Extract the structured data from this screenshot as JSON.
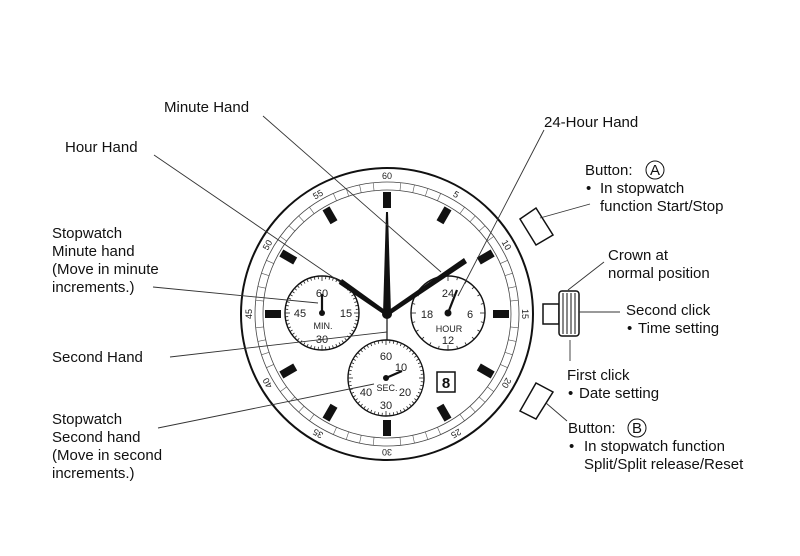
{
  "labels": {
    "minute_hand": "Minute Hand",
    "hour_hand": "Hour Hand",
    "hour24_hand": "24-Hour Hand",
    "stopwatch_minute": [
      "Stopwatch",
      "Minute hand",
      "(Move in minute",
      "increments.)"
    ],
    "second_hand": "Second Hand",
    "stopwatch_second": [
      "Stopwatch",
      "Second hand",
      "(Move in second",
      "increments.)"
    ],
    "button_a": {
      "title": "Button:",
      "letter": "A",
      "bullet": "•",
      "lines": [
        "In stopwatch",
        "function Start/Stop"
      ]
    },
    "crown": [
      "Crown at",
      "normal position"
    ],
    "second_click": {
      "title": "Second click",
      "bullet": "•",
      "text": "Time setting"
    },
    "first_click": {
      "title": "First click",
      "bullet": "•",
      "text": "Date setting"
    },
    "button_b": {
      "title": "Button:",
      "letter": "B",
      "bullet": "•",
      "lines": [
        "In stopwatch function",
        "Split/Split release/Reset"
      ]
    }
  },
  "dial": {
    "bezel_numbers": [
      "60",
      "5",
      "10",
      "15",
      "20",
      "25",
      "30",
      "35",
      "40",
      "45",
      "50",
      "55"
    ],
    "minute_subdial": {
      "top": "60",
      "right": "15",
      "bottom": "30",
      "left": "45",
      "name": "MIN."
    },
    "hour_subdial": {
      "top": "24",
      "right": "6",
      "bottom": "12",
      "left": "18",
      "name": "HOUR"
    },
    "second_subdial": {
      "top": "60",
      "right": "20",
      "bottom": "30",
      "left": "40",
      "extra": "10",
      "name": "SEC."
    },
    "date_window": "8"
  },
  "colors": {
    "ink": "#111111",
    "line": "#333333",
    "paper": "#ffffff"
  }
}
